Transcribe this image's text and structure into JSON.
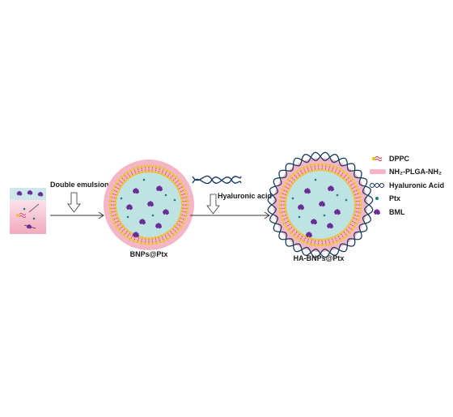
{
  "steps": {
    "step1_label": "Double emulsion",
    "step2_label": "Hyaluronic acid"
  },
  "captions": {
    "np1": "BNPs@Ptx",
    "np2": "HA-BNPs@Ptx"
  },
  "legend": {
    "items": [
      {
        "label": "DPPC",
        "icon": "dppc-lipid-icon"
      },
      {
        "label": "NH₂-PLGA-NH₂",
        "icon": "plga-band-icon"
      },
      {
        "label": "Hyaluronic Acid",
        "icon": "hyaluronic-acid-icon"
      },
      {
        "label": "Ptx",
        "icon": "ptx-dot-icon"
      },
      {
        "label": "BML",
        "icon": "bml-particle-icon"
      }
    ]
  },
  "colors": {
    "core": "#bfe3e3",
    "plga": "#f4b6c6",
    "lipid_head": "#e8c51e",
    "lipid_tail": "#d0303e",
    "ha_strand": "#1d3c63",
    "bml": "#6a2c96",
    "ptx": "#1f7c78"
  }
}
